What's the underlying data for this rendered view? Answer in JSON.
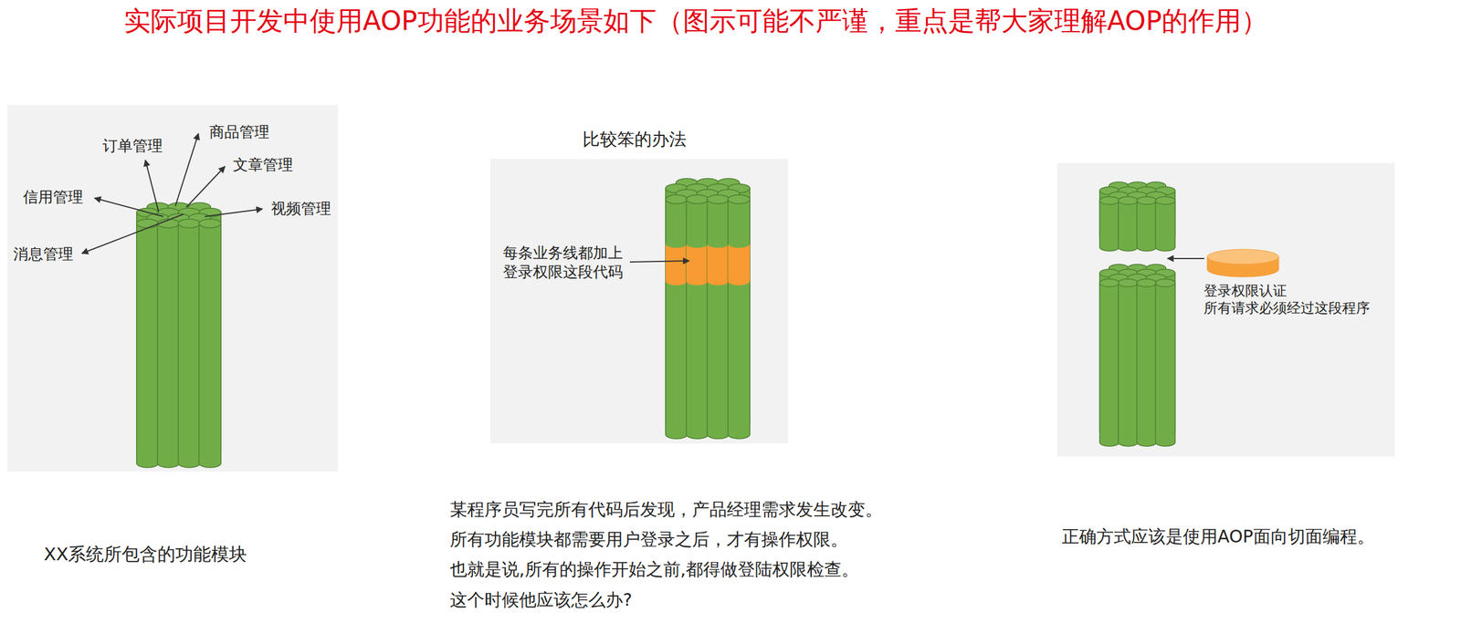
{
  "diagram": {
    "title": "实际项目开发中使用AOP功能的业务场景如下（图示可能不严谨，重点是帮大家理解AOP的作用）",
    "nodes": [
      {
        "text": [
          "商品管理",
          "订单管理",
          "文章管理",
          "信用管理",
          "视频管理",
          "消息管理"
        ]
      },
      {
        "text": [
          "比较笨的办法",
          "每条业务线都加上 登录权限这段代码"
        ]
      },
      {
        "text": [
          "登录权限认证 所有请求必须经过这段程序"
        ]
      }
    ],
    "labels": [
      "XX系统所包含的功能模块",
      "某程序员写完所有代码后发现，产品经理需求发生改变。",
      "所有功能模块都需要用户登录之后，才有操作权限。",
      "也就是说,所有的操作开始之前,都得做登陆权限检查。",
      "这个时候他应该怎么办?",
      "正确方式应该是使用AOP面向切面编程。"
    ]
  }
}
